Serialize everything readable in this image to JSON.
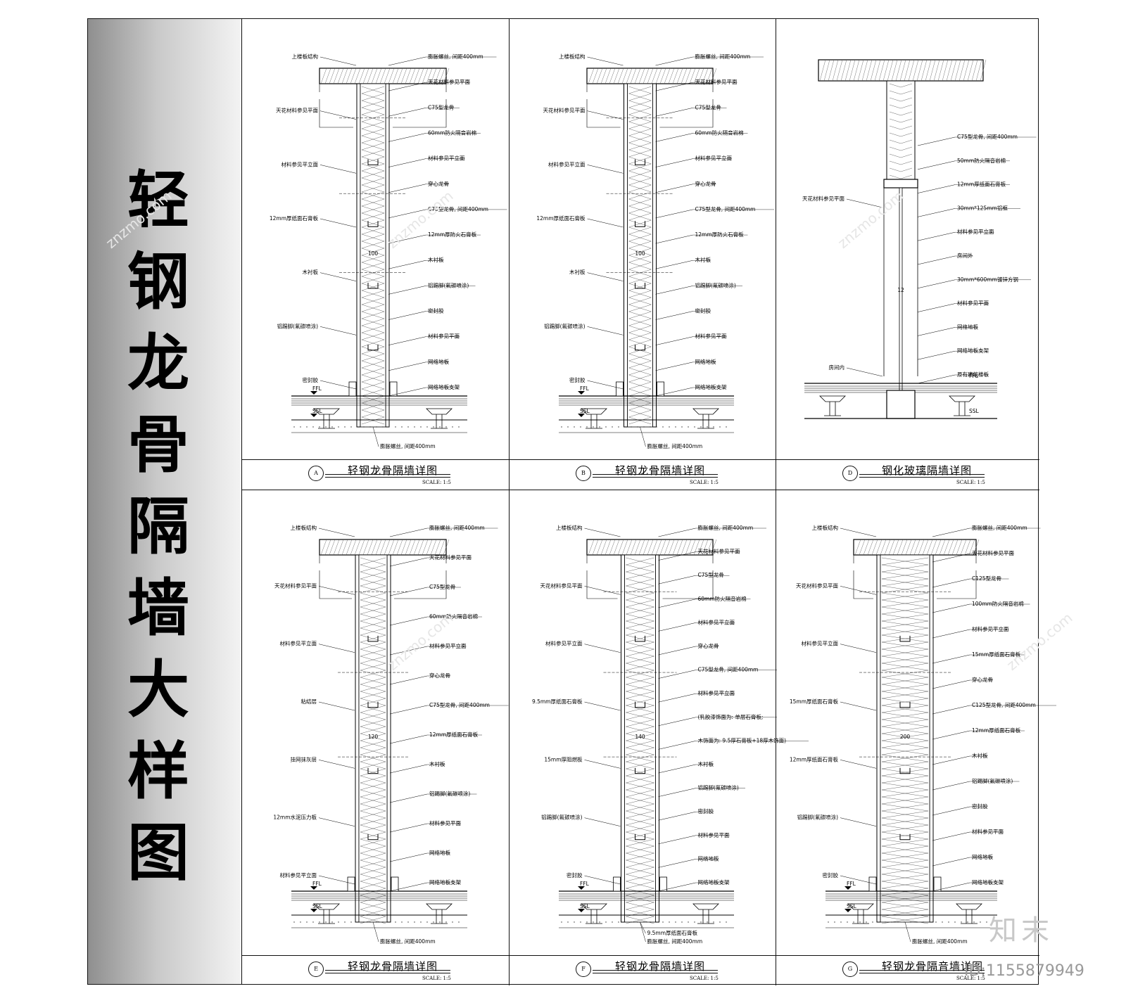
{
  "side_title": [
    "轻",
    "钢",
    "龙",
    "骨",
    "隔",
    "墙",
    "大",
    "样",
    "图"
  ],
  "watermark_text": "知末",
  "image_id": "ID:1155879949",
  "panels": [
    {
      "id": "A",
      "title": "轻钢龙骨隔墙详图",
      "scale": "SCALE:  1:5",
      "dimension": "100",
      "labels_left": [
        "上楼板结构",
        "天花材料参见平面",
        "材料参见平立面",
        "12mm厚纸面石膏板",
        "木衬板",
        "铝踢脚(氟碳喷涂)",
        "密封胶"
      ],
      "labels_right": [
        "膨胀螺丝, 间距400mm",
        "天花材料参见平面",
        "C75型龙骨",
        "60mm防火隔音岩棉",
        "材料参见平立面",
        "穿心龙骨",
        "C75型龙骨, 间距400mm",
        "12mm厚防火石膏板",
        "木衬板",
        "铝踢脚(氟碳喷涂)",
        "密封胶",
        "材料参见平面",
        "网络地板",
        "网络地板支架"
      ],
      "labels_bottom": [
        "膨胀螺丝, 间距400mm"
      ]
    },
    {
      "id": "B",
      "title": "轻钢龙骨隔墙详图",
      "scale": "SCALE:  1:5",
      "dimension": "100",
      "labels_left": [
        "上楼板结构",
        "天花材料参见平面",
        "材料参见平立面",
        "12mm厚纸面石膏板",
        "木衬板",
        "铝踢脚(氟碳喷涂)",
        "密封胶"
      ],
      "labels_right": [
        "膨胀螺丝, 间距400mm",
        "天花材料参见平面",
        "C75型龙骨",
        "60mm防火隔音岩棉",
        "材料参见平立面",
        "穿心龙骨",
        "C75型龙骨, 间距400mm",
        "12mm厚防火石膏板",
        "木衬板",
        "铝踢脚(氟碳喷涂)",
        "密封胶",
        "材料参见平面",
        "网络地板",
        "网络地板支架"
      ],
      "labels_bottom": [
        "膨胀螺丝, 间距400mm"
      ]
    },
    {
      "id": "D",
      "title": "钢化玻璃隔墙详图",
      "scale": "SCALE:  1:5",
      "dimension": "12",
      "labels_left": [
        "天花材料参见平面",
        "房间内"
      ],
      "labels_right": [
        "C75型龙骨, 间距400mm",
        "50mm防火隔音岩棉",
        "12mm厚纸面石膏板",
        "30mm*125mm铝框",
        "材料参见平立面",
        "房间外",
        "30mm*600mm镀锌方钢",
        "材料参见平面",
        "网络地板",
        "网络地板支架",
        "原有建筑楼板"
      ],
      "labels_bottom": []
    },
    {
      "id": "E",
      "title": "轻钢龙骨隔墙详图",
      "scale": "SCALE:  1:5",
      "dimension": "120",
      "labels_left": [
        "上楼板结构",
        "天花材料参见平面",
        "材料参见平立面",
        "粘结层",
        "挂网抹灰层",
        "12mm水泥压力板",
        "材料参见平立面"
      ],
      "labels_right": [
        "膨胀螺丝, 间距400mm",
        "天花材料参见平面",
        "C75型龙骨",
        "60mm防火隔音岩棉",
        "材料参见平立面",
        "穿心龙骨",
        "C75型龙骨, 间距400mm",
        "12mm厚纸面石膏板",
        "木衬板",
        "铝踢脚(氟碳喷涂)",
        "材料参见平面",
        "网络地板",
        "网络地板支架"
      ],
      "labels_bottom": [
        "膨胀螺丝, 间距400mm"
      ]
    },
    {
      "id": "F",
      "title": "轻钢龙骨隔墙详图",
      "scale": "SCALE:  1:5",
      "dimension": "140",
      "labels_left": [
        "上楼板结构",
        "天花材料参见平面",
        "材料参见平立面",
        "9.5mm厚纸面石膏板",
        "15mm厚阻燃板",
        "铝踢脚(氟碳喷涂)",
        "密封胶"
      ],
      "labels_right": [
        "膨胀螺丝, 间距400mm",
        "天花材料参见平面",
        "C75型龙骨",
        "60mm防火隔音岩棉",
        "材料参见平立面",
        "穿心龙骨",
        "C75型龙骨, 间距400mm",
        "材料参见平立面",
        "(乳胶漆饰面为: 单层石膏板;",
        "木饰面为: 9.5厚石膏板+18厚木饰面)",
        "木衬板",
        "铝踢脚(氟碳喷涂)",
        "密封胶",
        "材料参见平面",
        "网络地板",
        "网络地板支架"
      ],
      "labels_bottom": [
        "9.5mm厚纸面石膏板",
        "膨胀螺丝, 间距400mm"
      ]
    },
    {
      "id": "G",
      "title": "轻钢龙骨隔音墙详图",
      "scale": "SCALE:  1:5",
      "dimension": "200",
      "labels_left": [
        "上楼板结构",
        "天花材料参见平面",
        "材料参见平立面",
        "15mm厚纸面石膏板",
        "12mm厚纸面石膏板",
        "铝踢脚(氟碳喷涂)",
        "密封胶"
      ],
      "labels_right": [
        "膨胀螺丝, 间距400mm",
        "天花材料参见平面",
        "C125型龙骨",
        "100mm防火隔音岩棉",
        "材料参见平立面",
        "15mm厚纸面石膏板",
        "穿心龙骨",
        "C125型龙骨, 间距400mm",
        "12mm厚纸面石膏板",
        "木衬板",
        "铝踢脚(氟碳喷涂)",
        "密封胶",
        "材料参见平面",
        "网络地板",
        "网络地板支架"
      ],
      "labels_bottom": [
        "膨胀螺丝, 间距400mm"
      ]
    }
  ],
  "markers": {
    "ffl": "FFL",
    "ssl": "SSL"
  }
}
